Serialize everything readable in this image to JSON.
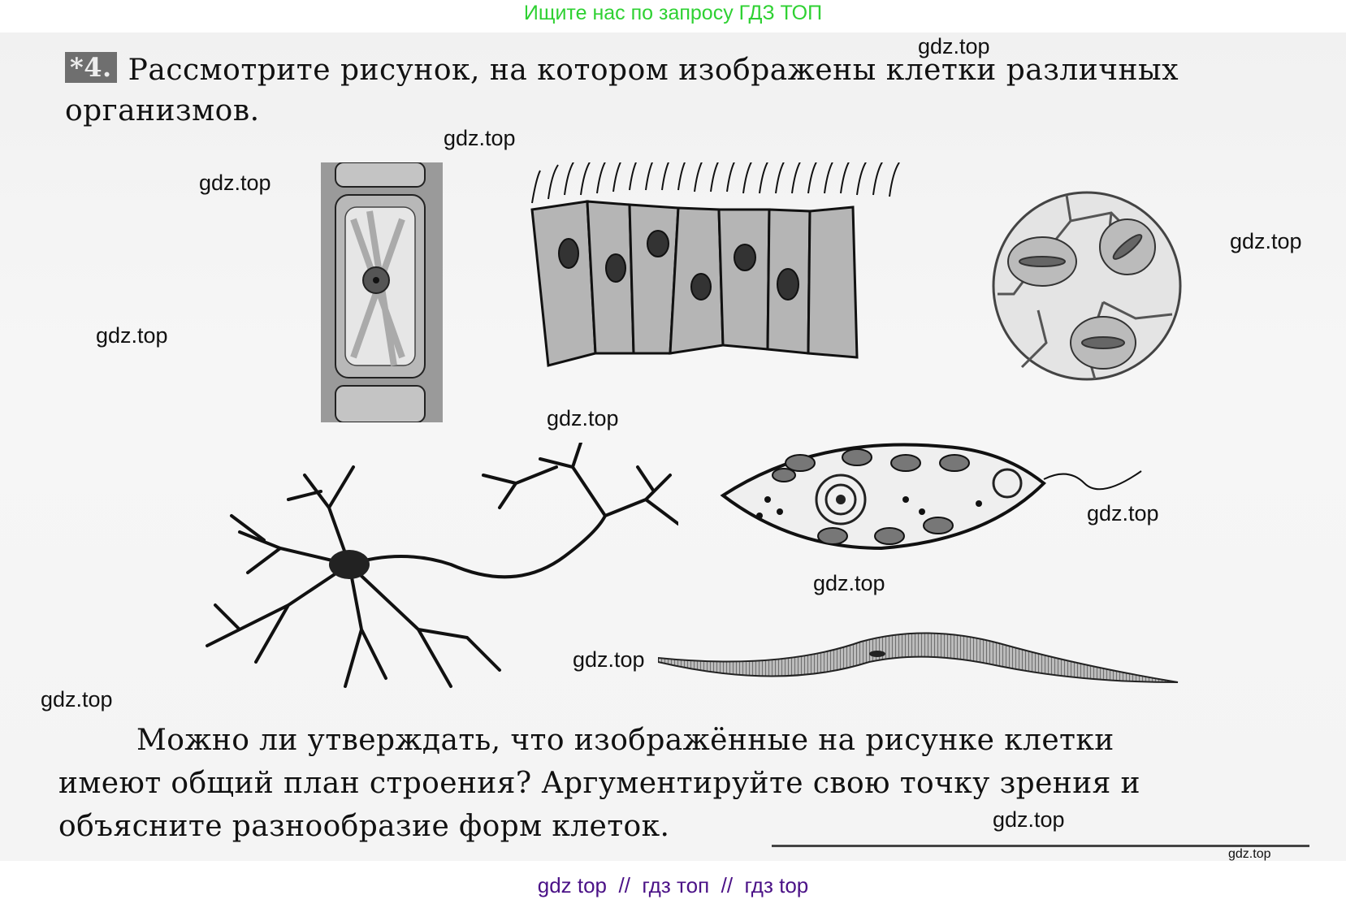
{
  "top_banner": {
    "text": "Ищите нас по запросу ГДЗ ТОП",
    "color": "#2ed132"
  },
  "task": {
    "number": "*4.",
    "text": "Рассмотрите рисунок, на котором изображены клетки различных организмов."
  },
  "figure": {
    "cells": [
      {
        "id": "plant-cell",
        "description": "plant cell with vacuole and nucleus"
      },
      {
        "id": "ciliated-epithelium",
        "description": "ciliated epithelial cells"
      },
      {
        "id": "stomata",
        "description": "leaf epidermis with stomata"
      },
      {
        "id": "neuron",
        "description": "nerve cell"
      },
      {
        "id": "euglena",
        "description": "euglena cell with flagellum"
      },
      {
        "id": "smooth-muscle",
        "description": "smooth muscle cell"
      }
    ]
  },
  "question": {
    "line1": "Можно ли утверждать, что изображённые на рисунке клетки",
    "line2": "имеют общий план строения? Аргументируйте свою точку зрения и",
    "line3": "объясните разнообразие форм клеток."
  },
  "watermarks": [
    {
      "text": "gdz.top"
    },
    {
      "text": "gdz.top"
    },
    {
      "text": "gdz.top"
    },
    {
      "text": "gdz.top"
    },
    {
      "text": "gdz.top"
    },
    {
      "text": "gdz.top"
    },
    {
      "text": "gdz.top"
    },
    {
      "text": "gdz.top"
    },
    {
      "text": "gdz.top"
    },
    {
      "text": "gdz.top"
    },
    {
      "text": "gdz.top"
    },
    {
      "text": "gdz.top"
    }
  ],
  "footer": {
    "text": "gdz top  //  гдз топ  //  гдз top",
    "color": "#4b1287"
  }
}
